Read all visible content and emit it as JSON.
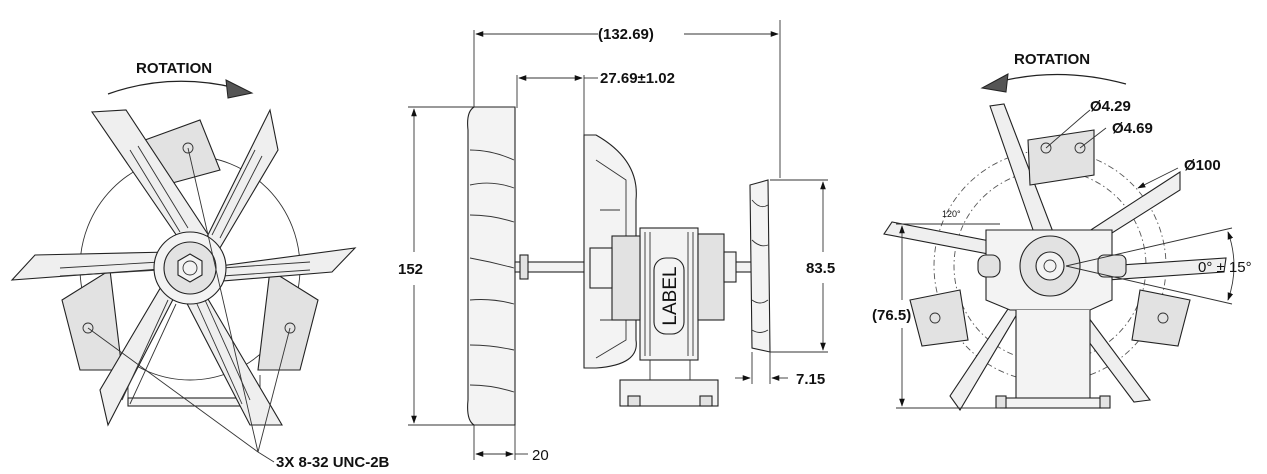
{
  "labels": {
    "rotation_left": "ROTATION",
    "rotation_right": "ROTATION",
    "screws": "3X 8-32 UNC-2B",
    "overall_length": "(132.69)",
    "shaft_offset": "27.69±1.02",
    "height_152": "152",
    "height_83_5": "83.5",
    "dim_7_15": "7.15",
    "dim_20": "20",
    "dia_4_29": "Ø4.29",
    "dia_4_69": "Ø4.69",
    "dia_100": "Ø100",
    "angle": "0° ± 15°",
    "height_76_5": "(76.5)",
    "angle_120": "120°",
    "motor_label": "LABEL"
  },
  "colors": {
    "line": "#222222",
    "fill_light": "#f3f3f3",
    "fill_dark": "#6e6e6e"
  }
}
